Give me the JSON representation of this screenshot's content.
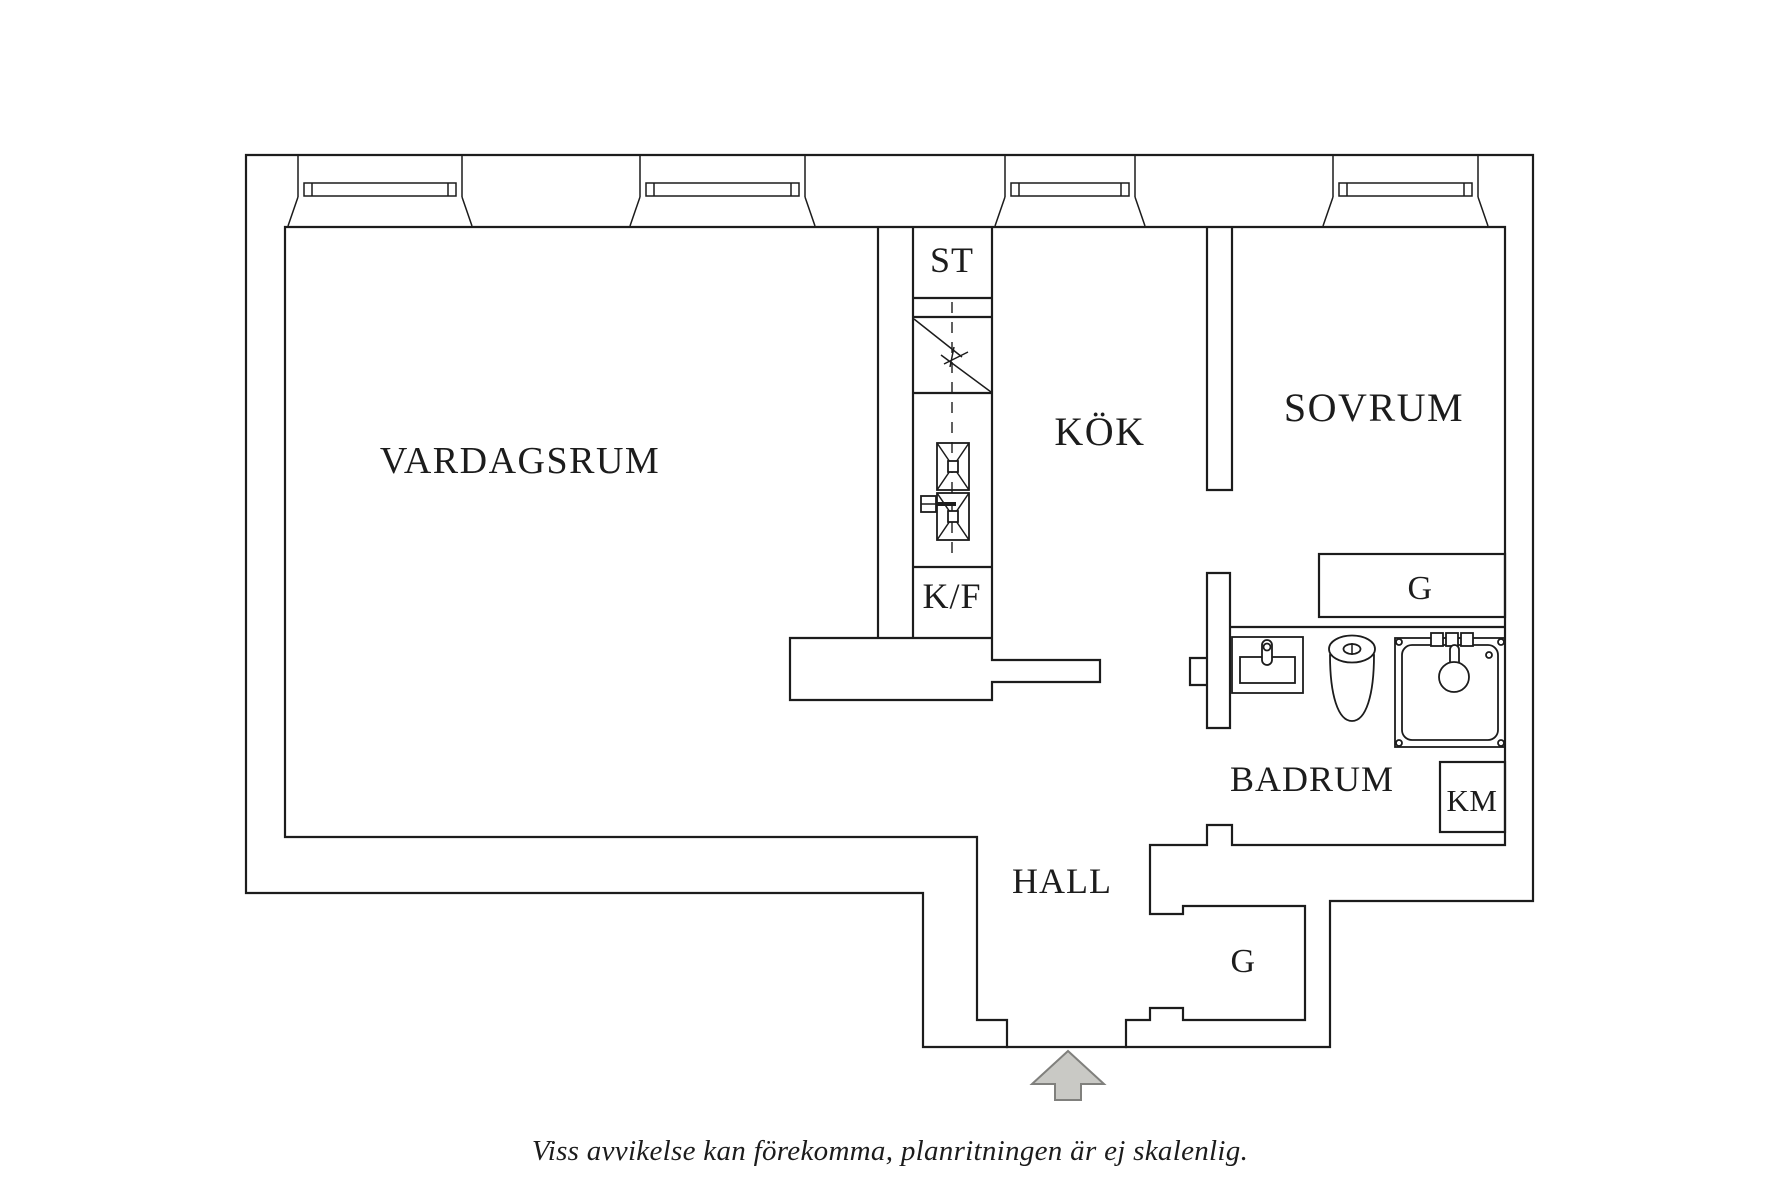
{
  "floorplan": {
    "rooms": {
      "living_room": "VARDAGSRUM",
      "kitchen": "KÖK",
      "bedroom": "SOVRUM",
      "bathroom": "BADRUM",
      "hall": "HALL",
      "closet": "ST",
      "fridge_freezer": "K/F",
      "wardrobe_bedroom": "G",
      "wardrobe_hall": "G",
      "washing_machine": "KM"
    },
    "fixtures": [
      "window-icon",
      "entrance-arrow-icon",
      "stove-burner-symbol",
      "kitchen-faucet-symbol",
      "cabinet-diagonal-symbol",
      "bathroom-sink-symbol",
      "toilet-symbol",
      "shower-symbol"
    ],
    "caption": "Viss avvikelse kan förekomma, planritningen är ej skalenlig.",
    "colors": {
      "line": "#1c1c1c",
      "background": "#ffffff",
      "arrow_fill": "#c9c9c5",
      "arrow_stroke": "#80807d"
    }
  }
}
